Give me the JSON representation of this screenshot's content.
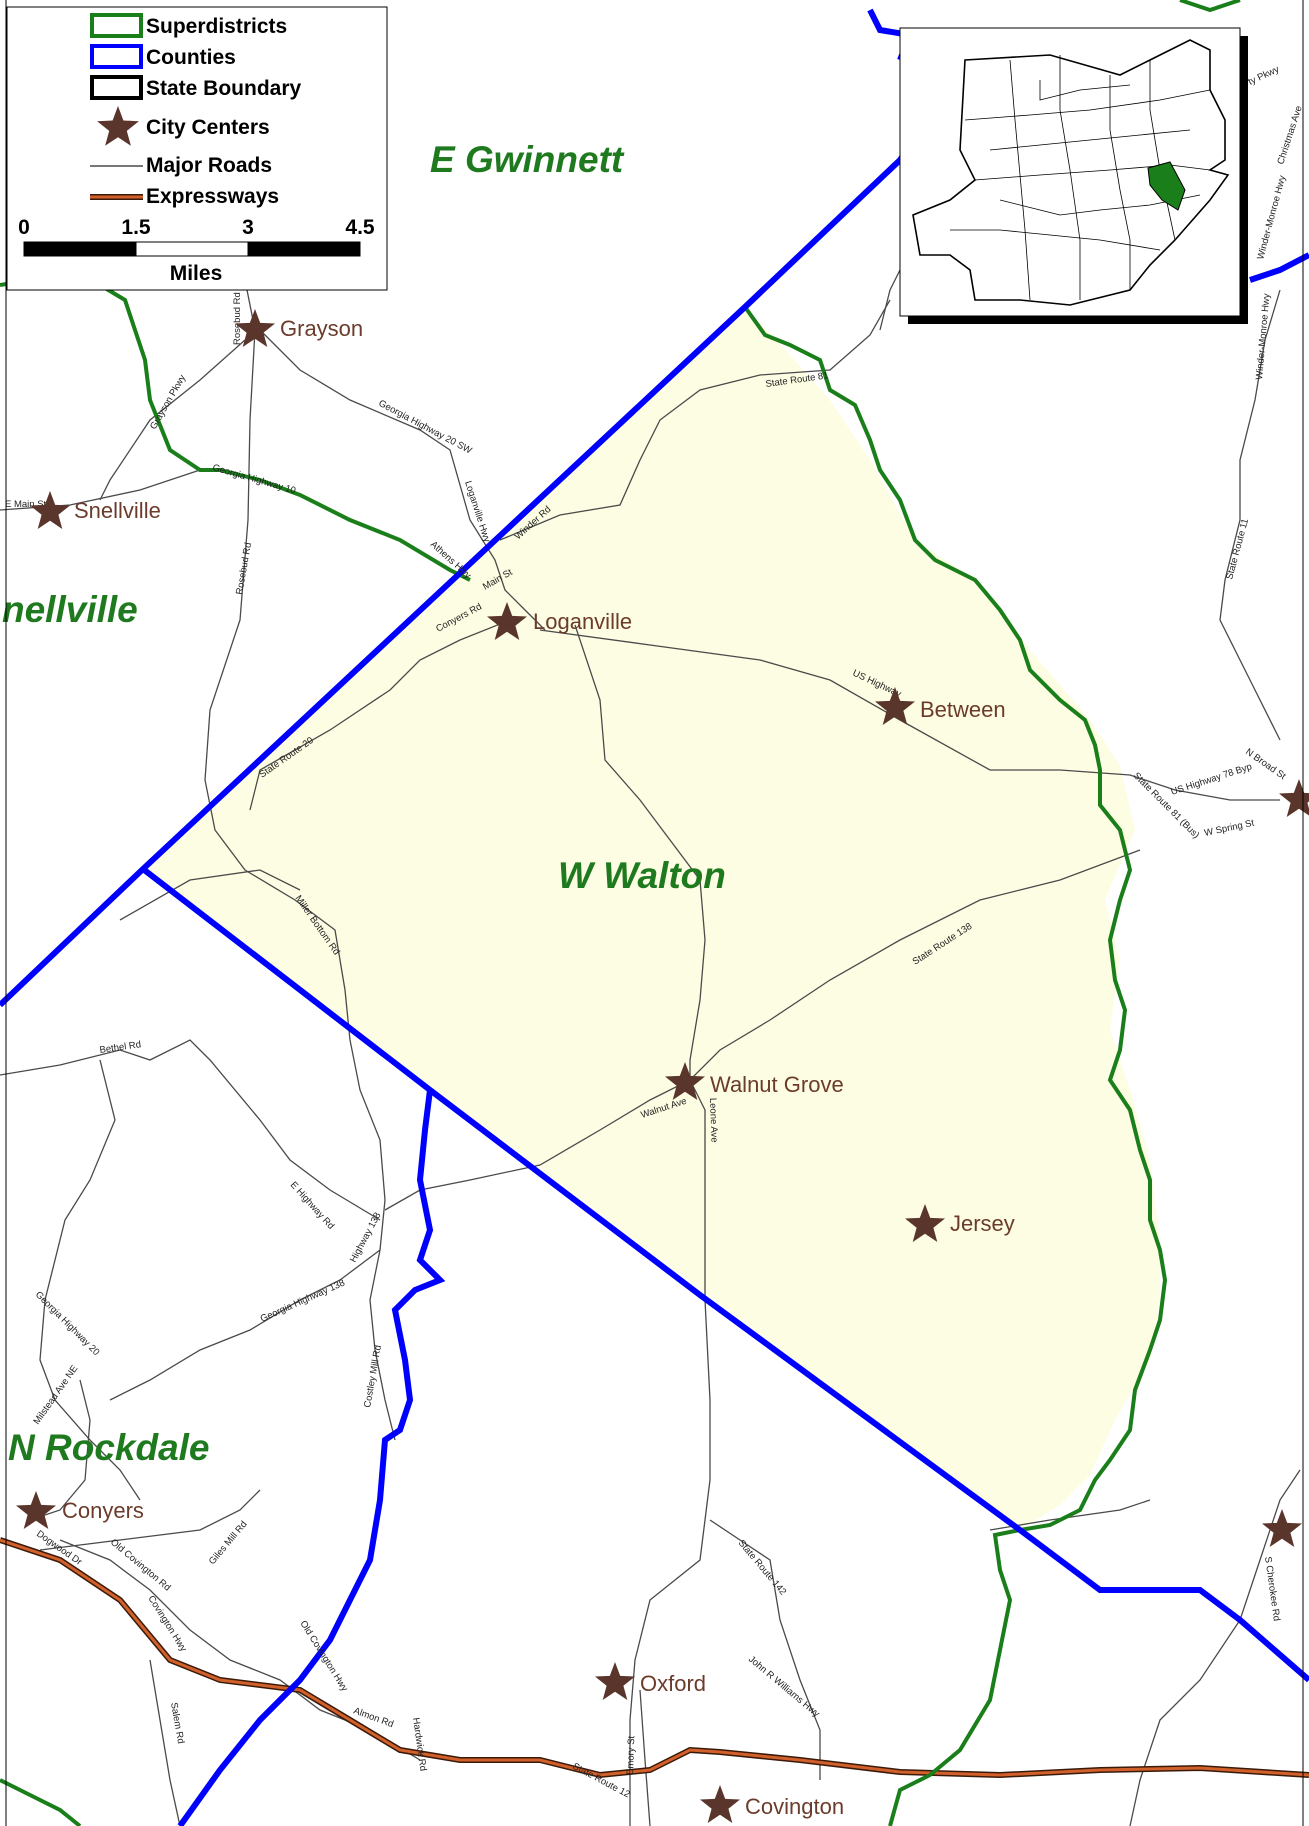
{
  "colors": {
    "superdistrict": "#1a7f1a",
    "county": "#0000ff",
    "state_boundary": "#000000",
    "city_center": "#5a352b",
    "major_road": "#4a4a4a",
    "expressway": "#b84a1f",
    "highlight_fill": "#fdfde3",
    "region_text": "#1f7a1f"
  },
  "legend": {
    "superdistricts": "Superdistricts",
    "counties": "Counties",
    "state_boundary": "State Boundary",
    "city_centers": "City Centers",
    "major_roads": "Major Roads",
    "expressways": "Expressways",
    "scale_ticks": [
      "0",
      "1.5",
      "3",
      "4.5"
    ],
    "scale_unit": "Miles"
  },
  "regions": {
    "e_gwinnett": "E Gwinnett",
    "snellville": "nellville",
    "w_walton": "W Walton",
    "n_rockdale": "N Rockdale"
  },
  "cities": {
    "grayson": "Grayson",
    "snellville": "Snellville",
    "loganville": "Loganville",
    "between": "Between",
    "walnut_grove": "Walnut Grove",
    "jersey": "Jersey",
    "conyers": "Conyers",
    "oxford": "Oxford",
    "covington": "Covington"
  },
  "roads": {
    "rosebud_rd_top": "Rosebud Rd",
    "grayson_pkwy": "Grayson Pkwy",
    "georgia_hwy_10": "Georgia Highway 10",
    "georgia_hwy_20_sw": "Georgia Highway 20  SW",
    "loganville_hwy": "Loganville Hwy",
    "winder_rd": "Winder Rd",
    "athens_hwy": "Athens Hwy",
    "e_main_st": "E Main St",
    "rosebud_rd": "Rosebud Rd",
    "conyers_rd": "Conyers Rd",
    "main_st": "Main St",
    "state_route_20": "State Route 20",
    "state_route_81": "State Route 81",
    "us_highway": "US Highway",
    "us_highway_78": "US Highway 78 Byp",
    "state_route_81_bus": "State Route 81 (Bus)",
    "w_spring_st": "W Spring St",
    "n_broad_st": "N Broad St",
    "state_route_11": "State Route 11",
    "winder_monroe_hwy": "Winder-Monroe Hwy",
    "winder_monroe_hwy_2": "Winder-Monroe Hwy",
    "christmas_ave": "Christmas Ave",
    "ty_pkwy": "ty Pkwy",
    "miller_bottom_rd": "Miller Bottom Rd",
    "state_route_138": "State Route 138",
    "bethel_rd": "Bethel Rd",
    "walnut_ave": "Walnut Ave",
    "leone_ave": "Leone Ave",
    "e_highway_rd": "E Highway Rd",
    "highway_138": "Highway 138",
    "georgia_hwy_138": "Georgia Highway 138",
    "georgia_hwy_20": "Georgia Highway 20",
    "milstead_ave": "Milstead Ave NE",
    "costley_mill_rd": "Costley Mill Rd",
    "dogwood_dr": "Dogwood Dr",
    "old_covington_rd": "Old Covington Rd",
    "covington_hwy": "Covington Hwy",
    "giles_mill_rd": "Giles Mill Rd",
    "old_covington_hwy": "Old Covington Hwy",
    "salem_rd": "Salem Rd",
    "almon_rd": "Almon Rd",
    "hardwick_rd": "Hardwick Rd",
    "state_route_142": "State Route 142",
    "john_r_williams_hwy": "John R Williams Hwy",
    "emory_st": "Emory St",
    "state_route_12": "State Route 12",
    "s_cherokee_rd": "S Cherokee Rd"
  }
}
